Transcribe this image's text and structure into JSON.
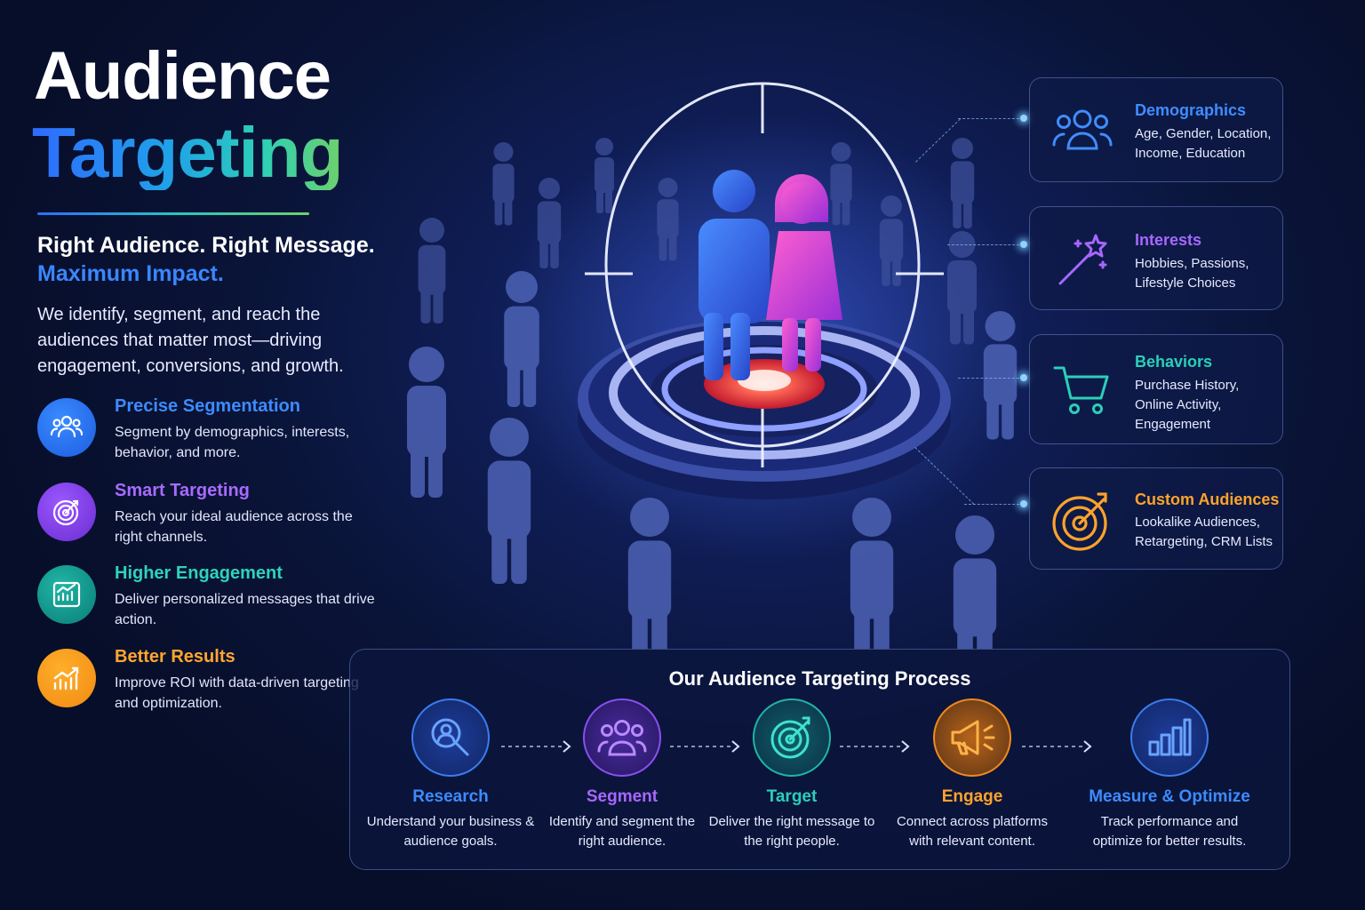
{
  "header": {
    "title_line1": "Audience",
    "title_line2": "Targeting",
    "tagline_line1": "Right Audience. Right Message.",
    "tagline_line2": "Maximum Impact.",
    "intro": "We identify, segment, and reach the audiences that matter most—driving engagement, conversions, and growth."
  },
  "features": [
    {
      "title": "Precise Segmentation",
      "desc": "Segment by demographics, interests, behavior, and more.",
      "icon": "people-group-icon",
      "color": "#2f72f5"
    },
    {
      "title": "Smart Targeting",
      "desc": "Reach your ideal audience across the right channels.",
      "icon": "target-icon",
      "color": "#7d3fe8"
    },
    {
      "title": "Higher Engagement",
      "desc": "Deliver personalized messages that drive action.",
      "icon": "chart-screen-icon",
      "color": "#159a8f"
    },
    {
      "title": "Better Results",
      "desc": "Improve ROI with data-driven targeting and optimization.",
      "icon": "growth-chart-icon",
      "color": "#f59a1d"
    }
  ],
  "cards": [
    {
      "title": "Demographics",
      "desc": "Age, Gender, Location, Income, Education",
      "icon": "people-group-icon",
      "color": "#3f8dff"
    },
    {
      "title": "Interests",
      "desc": "Hobbies, Passions, Lifestyle Choices",
      "icon": "magic-wand-icon",
      "color": "#a767ff"
    },
    {
      "title": "Behaviors",
      "desc": "Purchase History, Online Activity, Engagement",
      "icon": "shopping-cart-icon",
      "color": "#2bcfb9"
    },
    {
      "title": "Custom Audiences",
      "desc": "Lookalike Audiences, Retargeting, CRM Lists",
      "icon": "target-icon",
      "color": "#ffa32b"
    }
  ],
  "process": {
    "title": "Our Audience Targeting Process",
    "steps": [
      {
        "label": "Research",
        "desc": "Understand your business & audience goals.",
        "icon": "magnifier-person-icon"
      },
      {
        "label": "Segment",
        "desc": "Identify and segment the right audience.",
        "icon": "people-group-icon"
      },
      {
        "label": "Target",
        "desc": "Deliver the right message to the right people.",
        "icon": "target-icon"
      },
      {
        "label": "Engage",
        "desc": "Connect across platforms with relevant content.",
        "icon": "megaphone-icon"
      },
      {
        "label": "Measure & Optimize",
        "desc": "Track performance and optimize for better results.",
        "icon": "bar-chart-icon"
      }
    ]
  }
}
